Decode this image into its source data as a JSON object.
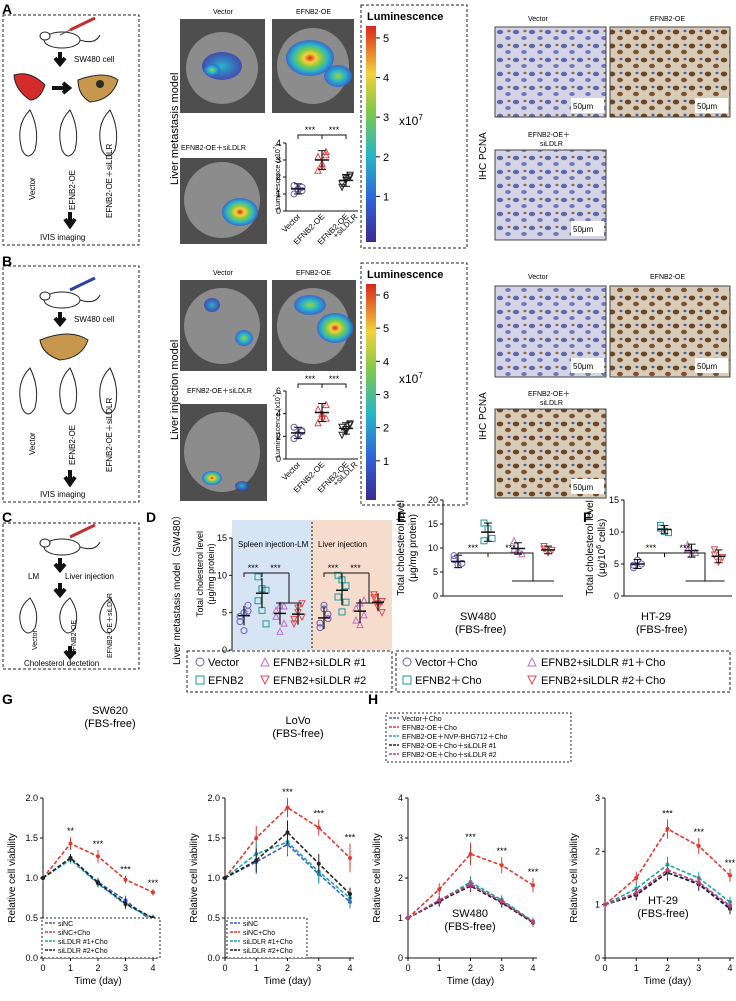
{
  "panels": {
    "A": {
      "letter": "A",
      "cell_label": "SW480 cell",
      "groups": [
        "Vector",
        "EFNB2-OE",
        "EFNB2-OE＋siLDLR"
      ],
      "imaging": "IVIS imaging",
      "model_label": "Liver metastasis model",
      "img_titles": [
        "Vector",
        "EFNB2-OE",
        "EFNB2-OE＋siLDLR"
      ],
      "colorbar_title": "Luminescence",
      "colorbar_ticks": [
        "5",
        "4",
        "3",
        "2",
        "1"
      ],
      "colorbar_exp": "x10",
      "colorbar_exp_sup": "7",
      "ihc_label": "IHC PCNA",
      "ihc_titles": [
        "Vector",
        "EFNB2-OE",
        "EFNB2-OE＋siLDLR"
      ],
      "scale_bar": "50μm"
    },
    "B": {
      "letter": "B",
      "cell_label": "SW480 cell",
      "groups": [
        "Vector",
        "EFNB2-OE",
        "EFNB2-OE＋siLDLR"
      ],
      "imaging": "IVIS imaging",
      "model_label": "Liver injection model",
      "img_titles": [
        "Vector",
        "EFNB2-OE",
        "EFNB2-OE＋siLDLR"
      ],
      "colorbar_title": "Luminescence",
      "colorbar_ticks": [
        "6",
        "5",
        "4",
        "3",
        "2",
        "1"
      ],
      "colorbar_exp": "x10",
      "colorbar_exp_sup": "7",
      "ihc_label": "IHC PCNA",
      "ihc_titles": [
        "Vector",
        "EFNB2-OE",
        "EFNB2-OE＋siLDLR"
      ],
      "scale_bar": "50μm"
    },
    "C": {
      "letter": "C",
      "steps": [
        "LM",
        "Liver injection"
      ],
      "groups": [
        "Vector",
        "EFNB2-OE",
        "EFNB2-OE＋siLDLR"
      ],
      "detection": "Cholesterol dectetion"
    },
    "D": {
      "letter": "D",
      "side_label": "Liver metastasis model（SW480）",
      "region1": "Spleen injection-LM",
      "region2": "Liver injection",
      "legend": [
        "Vector",
        "EFNB2",
        "EFNB2+siLDLR #1",
        "EFNB2+siLDLR #2"
      ]
    },
    "E": {
      "letter": "E",
      "cell": "SW480",
      "cond": "(FBS-free)"
    },
    "F": {
      "letter": "F",
      "cell": "HT-29",
      "cond": "(FBS-free)"
    },
    "EF_legend": [
      "Vector＋Cho",
      "EFNB2＋Cho",
      "EFNB2+siLDLR #1＋Cho",
      "EFNB2+siLDLR #2＋Cho"
    ],
    "G": {
      "letter": "G"
    },
    "H": {
      "letter": "H",
      "legend": [
        "Vector＋Cho",
        "EFNB2-OE＋Cho",
        "EFNB2-OE＋NVP-BHG712＋Cho",
        "EFNB2-OE＋Cho＋siLDLR #1",
        "EFNB2-OE＋Cho＋siLDLR #2"
      ]
    }
  },
  "colors": {
    "vector": "#6b5fb5",
    "efnb2": "#1f9aa0",
    "si1": "#c070c8",
    "si2": "#e04848",
    "red": "#e03a2f",
    "black": "#222222",
    "blue": "#3c5fd1",
    "teal": "#1aa5a5"
  },
  "chart_data": [
    {
      "id": "A-plot",
      "type": "scatter",
      "categories": [
        "Vector",
        "EFNB2-OE",
        "EFNB2-OE\n+siLDLR"
      ],
      "ylabel": "Luminescence (x10^7)",
      "ylim": [
        0,
        4
      ],
      "yticks": [
        "0",
        "1",
        "2",
        "3",
        "4"
      ],
      "means": [
        1.3,
        3.0,
        1.8
      ],
      "errors": [
        0.3,
        0.55,
        0.35
      ],
      "points": [
        [
          1.0,
          1.2,
          1.4,
          1.5,
          1.3,
          1.2
        ],
        [
          2.4,
          2.8,
          3.5,
          3.2,
          2.6,
          3.3
        ],
        [
          1.4,
          1.8,
          2.1,
          1.6,
          1.9,
          2.0
        ]
      ],
      "sig": [
        "***",
        "***"
      ]
    },
    {
      "id": "B-plot",
      "type": "scatter",
      "categories": [
        "Vector",
        "EFNB2-OE",
        "EFNB2-OE\n+siLDLR"
      ],
      "ylabel": "Luminescence (x10^7)",
      "ylim": [
        0,
        6
      ],
      "yticks": [
        "0",
        "2",
        "4",
        "6"
      ],
      "means": [
        2.3,
        4.1,
        2.7
      ],
      "errors": [
        0.5,
        0.8,
        0.5
      ],
      "points": [
        [
          1.8,
          2.1,
          2.5,
          2.8,
          2.2,
          2.4
        ],
        [
          3.2,
          3.8,
          4.8,
          4.4,
          4.0,
          3.6
        ],
        [
          2.1,
          2.6,
          3.0,
          2.8,
          2.4,
          3.1
        ]
      ],
      "sig": [
        "***",
        "***"
      ]
    },
    {
      "id": "D-plot",
      "type": "scatter",
      "ylabel": "Total cholesterol level\n(μg/mg protein)",
      "ylim": [
        0,
        15
      ],
      "yticks": [
        "0",
        "5",
        "10",
        "15"
      ],
      "groups": [
        {
          "region": "Spleen injection-LM",
          "means": [
            4.6,
            7.6,
            4.9,
            4.8
          ],
          "errors": [
            1.3,
            2.0,
            1.5,
            1.4
          ],
          "points": [
            [
              3.8,
              5.0,
              6.0,
              4.5,
              2.6,
              5.2
            ],
            [
              9.8,
              5.3,
              8.0,
              6.6,
              8.2,
              3.5
            ],
            [
              4.5,
              6.0,
              3.6,
              5.3,
              2.5,
              5.9
            ],
            [
              3.5,
              5.6,
              6.2,
              4.1,
              5.0,
              4.4
            ]
          ]
        },
        {
          "region": "Liver injection",
          "means": [
            4.3,
            8.0,
            5.2,
            6.4
          ],
          "errors": [
            1.5,
            2.0,
            1.6,
            1.2
          ],
          "points": [
            [
              3.0,
              5.5,
              4.2,
              3.6,
              6.0,
              4.8
            ],
            [
              10.0,
              9.4,
              6.4,
              7.1,
              5.1,
              8.6
            ],
            [
              5.6,
              3.4,
              6.7,
              4.0,
              6.3,
              4.7
            ],
            [
              7.0,
              6.2,
              5.0,
              7.4,
              5.7,
              6.5
            ]
          ]
        }
      ],
      "sig": [
        "***",
        "***",
        "***",
        "***"
      ]
    },
    {
      "id": "E-plot",
      "type": "scatter",
      "ylabel": "Total cholesterol level\n(μg/mg protein)",
      "ylim": [
        0,
        20
      ],
      "yticks": [
        "0",
        "5",
        "10",
        "15",
        "20"
      ],
      "means": [
        7.2,
        13.3,
        9.9,
        9.6
      ],
      "errors": [
        1.3,
        1.9,
        1.2,
        0.8
      ],
      "points": [
        [
          8.4,
          6.5,
          6.8,
          7.6
        ],
        [
          15.2,
          14.0,
          12.0,
          11.5
        ],
        [
          11.5,
          9.6,
          8.8,
          9.8
        ],
        [
          10.3,
          9.0,
          9.5,
          9.8
        ]
      ],
      "sig": [
        "***",
        "***"
      ]
    },
    {
      "id": "F-plot",
      "type": "scatter",
      "ylabel": "Total cholesterol level\n(μg/10^6 cells)",
      "ylim": [
        0,
        15
      ],
      "yticks": [
        "0",
        "5",
        "10",
        "15"
      ],
      "means": [
        5.0,
        10.4,
        7.1,
        6.2
      ],
      "errors": [
        0.7,
        0.6,
        1.0,
        1.0
      ],
      "points": [
        [
          4.4,
          5.6,
          5.0,
          4.8
        ],
        [
          11.0,
          10.1,
          9.9,
          10.6
        ],
        [
          8.0,
          6.5,
          6.8,
          7.3
        ],
        [
          7.2,
          5.3,
          6.0,
          6.4
        ]
      ],
      "sig": [
        "***",
        "***"
      ]
    },
    {
      "id": "G1",
      "type": "line",
      "title": "SW620",
      "subtitle": "(FBS-free)",
      "xlabel": "Time (day)",
      "ylabel": "Relative cell viability",
      "x": [
        0,
        1,
        2,
        3,
        4
      ],
      "ylim": [
        0,
        2.0
      ],
      "yticks": [
        "0.0",
        "0.5",
        "1.0",
        "1.5",
        "2.0"
      ],
      "series": [
        {
          "name": "siNC",
          "values": [
            1.0,
            1.25,
            0.95,
            0.72,
            0.45
          ],
          "err": [
            0.04,
            0.05,
            0.05,
            0.06,
            0.04
          ],
          "color": "#3c5fd1"
        },
        {
          "name": "siNC+Cho",
          "values": [
            1.0,
            1.43,
            1.27,
            0.98,
            0.82
          ],
          "err": [
            0.04,
            0.08,
            0.08,
            0.05,
            0.04
          ],
          "color": "#e03a2f"
        },
        {
          "name": "siLDLR #1+Cho",
          "values": [
            1.0,
            1.23,
            0.93,
            0.67,
            0.49
          ],
          "err": [
            0.04,
            0.05,
            0.05,
            0.06,
            0.04
          ],
          "color": "#1aa5a5"
        },
        {
          "name": "siLDLR #2+Cho",
          "values": [
            1.0,
            1.25,
            0.94,
            0.68,
            0.5
          ],
          "err": [
            0.04,
            0.05,
            0.05,
            0.06,
            0.04
          ],
          "color": "#222222"
        }
      ],
      "sig": [
        "**",
        "***",
        "***",
        "***"
      ]
    },
    {
      "id": "G2",
      "type": "line",
      "title": "LoVo",
      "subtitle": "(FBS-free)",
      "xlabel": "Time (day)",
      "ylabel": "Relative cell viability",
      "x": [
        0,
        1,
        2,
        3,
        4
      ],
      "ylim": [
        0,
        2.0
      ],
      "yticks": [
        "0.0",
        "0.5",
        "1.0",
        "1.5",
        "2.0"
      ],
      "series": [
        {
          "name": "siNC",
          "values": [
            1.0,
            1.2,
            1.42,
            1.05,
            0.7
          ],
          "err": [
            0.04,
            0.15,
            0.15,
            0.12,
            0.08
          ],
          "color": "#3c5fd1"
        },
        {
          "name": "siNC+Cho",
          "values": [
            1.0,
            1.5,
            1.88,
            1.63,
            1.25
          ],
          "err": [
            0.04,
            0.15,
            0.12,
            0.1,
            0.18
          ],
          "color": "#e03a2f"
        },
        {
          "name": "siLDLR #1+Cho",
          "values": [
            1.0,
            1.3,
            1.45,
            1.08,
            0.75
          ],
          "err": [
            0.04,
            0.15,
            0.15,
            0.12,
            0.08
          ],
          "color": "#1aa5a5"
        },
        {
          "name": "siLDLR #2+Cho",
          "values": [
            1.0,
            1.22,
            1.57,
            1.18,
            0.8
          ],
          "err": [
            0.04,
            0.15,
            0.15,
            0.12,
            0.08
          ],
          "color": "#222222"
        }
      ],
      "sig": [
        "***",
        "***",
        "***"
      ]
    },
    {
      "id": "H1",
      "type": "line",
      "title": "SW480",
      "subtitle": "(FBS-free)",
      "xlabel": "Time (day)",
      "ylabel": "Relative cell viability",
      "x": [
        0,
        1,
        2,
        3,
        4
      ],
      "ylim": [
        0,
        4
      ],
      "yticks": [
        "0",
        "1",
        "2",
        "3",
        "4"
      ],
      "series": [
        {
          "name": "Vector＋Cho",
          "values": [
            1.0,
            1.4,
            1.85,
            1.4,
            0.9
          ],
          "err": [
            0.05,
            0.12,
            0.15,
            0.12,
            0.1
          ],
          "color": "#3c5fd1"
        },
        {
          "name": "EFNB2-OE＋Cho",
          "values": [
            1.0,
            1.72,
            2.6,
            2.32,
            1.82
          ],
          "err": [
            0.05,
            0.15,
            0.28,
            0.2,
            0.18
          ],
          "color": "#e03a2f"
        },
        {
          "name": "EFNB2-OE＋NVP-BHG712＋Cho",
          "values": [
            1.0,
            1.43,
            1.9,
            1.45,
            0.92
          ],
          "err": [
            0.05,
            0.12,
            0.15,
            0.12,
            0.1
          ],
          "color": "#1aa5a5"
        },
        {
          "name": "EFNB2-OE＋Cho＋siLDLR #1",
          "values": [
            1.0,
            1.42,
            1.8,
            1.38,
            0.88
          ],
          "err": [
            0.05,
            0.12,
            0.15,
            0.12,
            0.1
          ],
          "color": "#222222"
        },
        {
          "name": "EFNB2-OE＋Cho＋siLDLR #2",
          "values": [
            1.0,
            1.45,
            1.83,
            1.42,
            0.9
          ],
          "err": [
            0.05,
            0.12,
            0.15,
            0.12,
            0.1
          ],
          "color": "#c0407a"
        }
      ],
      "sig": [
        "***",
        "***",
        "***"
      ]
    },
    {
      "id": "H2",
      "type": "line",
      "title": "HT-29",
      "subtitle": "(FBS-free)",
      "xlabel": "Time (day)",
      "ylabel": "Relative cell viability",
      "x": [
        0,
        1,
        2,
        3,
        4
      ],
      "ylim": [
        0,
        3
      ],
      "yticks": [
        "0",
        "1",
        "2",
        "3"
      ],
      "series": [
        {
          "name": "Vector＋Cho",
          "values": [
            1.0,
            1.2,
            1.6,
            1.4,
            0.95
          ],
          "err": [
            0.05,
            0.1,
            0.15,
            0.12,
            0.1
          ],
          "color": "#3c5fd1"
        },
        {
          "name": "EFNB2-OE＋Cho",
          "values": [
            1.0,
            1.5,
            2.42,
            2.1,
            1.55
          ],
          "err": [
            0.05,
            0.12,
            0.18,
            0.15,
            0.12
          ],
          "color": "#e03a2f"
        },
        {
          "name": "EFNB2-OE＋NVP-BHG712＋Cho",
          "values": [
            1.0,
            1.3,
            1.75,
            1.5,
            1.05
          ],
          "err": [
            0.05,
            0.1,
            0.15,
            0.12,
            0.1
          ],
          "color": "#1aa5a5"
        },
        {
          "name": "EFNB2-OE＋Cho＋siLDLR #1",
          "values": [
            1.0,
            1.18,
            1.6,
            1.38,
            0.92
          ],
          "err": [
            0.05,
            0.1,
            0.15,
            0.12,
            0.1
          ],
          "color": "#222222"
        },
        {
          "name": "EFNB2-OE＋Cho＋siLDLR #2",
          "values": [
            1.0,
            1.22,
            1.65,
            1.42,
            0.98
          ],
          "err": [
            0.05,
            0.1,
            0.15,
            0.12,
            0.1
          ],
          "color": "#c0407a"
        }
      ],
      "sig": [
        "***",
        "***",
        "***"
      ]
    }
  ]
}
